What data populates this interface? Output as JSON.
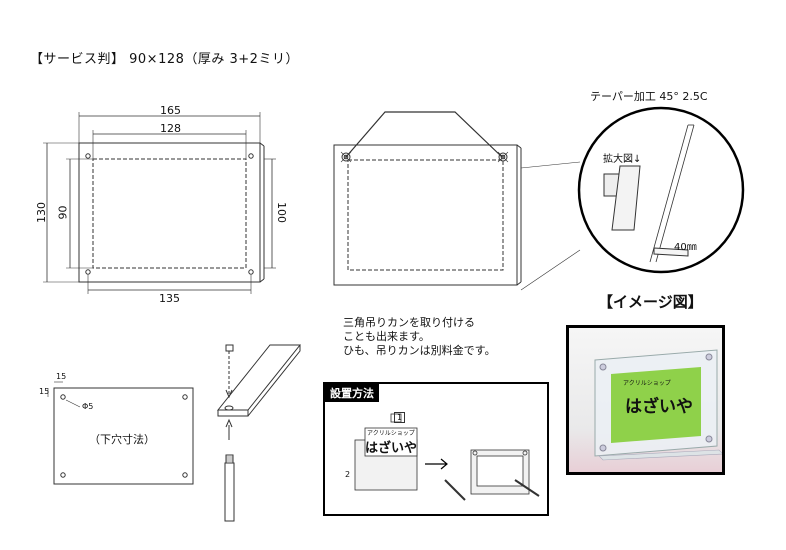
{
  "title": "【サービス判】 90×128（厚み 3+2ミリ）",
  "front_view": {
    "dims": {
      "top_outer": "165",
      "top_inner": "128",
      "left_outer": "130",
      "left_inner": "90",
      "bottom": "135"
    }
  },
  "side_view": {
    "dim_right": "100"
  },
  "taper": {
    "label": "テーパー加工 45° 2.5C",
    "zoom_label": "拡大図↓",
    "length_label": "40㎜"
  },
  "hanger_note": {
    "lines": [
      "三角吊りカンを取り付ける",
      "ことも出来ます。",
      "ひも、吊りカンは別料金です。"
    ]
  },
  "image_title": "【イメージ図】",
  "hole_view": {
    "d15_top": "15",
    "d15_left": "15",
    "hole_label": "Φ5",
    "caption": "（下穴寸法）"
  },
  "setup": {
    "label": "設置方法",
    "step1": "1",
    "step2": "2",
    "shop_small": "アクリルショップ",
    "shop_big": "はざいや"
  },
  "photo": {
    "shop_small": "アクリルショップ",
    "shop_big": "はざいや",
    "green": "#8fd14a"
  }
}
